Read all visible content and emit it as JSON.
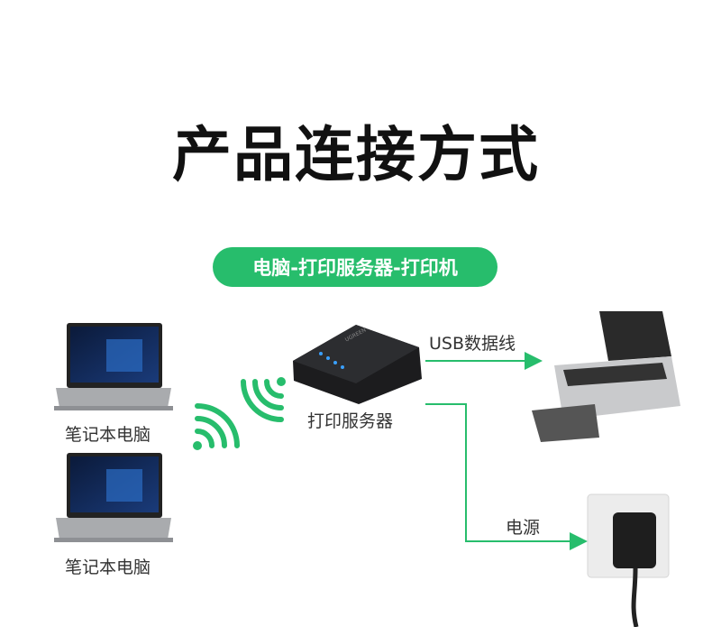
{
  "title": "产品连接方式",
  "connection_pill": "电脑-打印服务器-打印机",
  "laptops": [
    {
      "label": "笔记本电脑"
    },
    {
      "label": "笔记本电脑"
    }
  ],
  "print_server": {
    "label": "打印服务器",
    "brand": "UGREEN"
  },
  "usb_link": {
    "label": "USB数据线"
  },
  "power_link": {
    "label": "电源"
  },
  "colors": {
    "accent": "#27bd6c",
    "text": "#333333"
  },
  "icons": [
    "laptop-icon",
    "wifi-icon",
    "print-server-icon",
    "printer-icon",
    "power-adapter-icon",
    "arrow-right-icon"
  ]
}
